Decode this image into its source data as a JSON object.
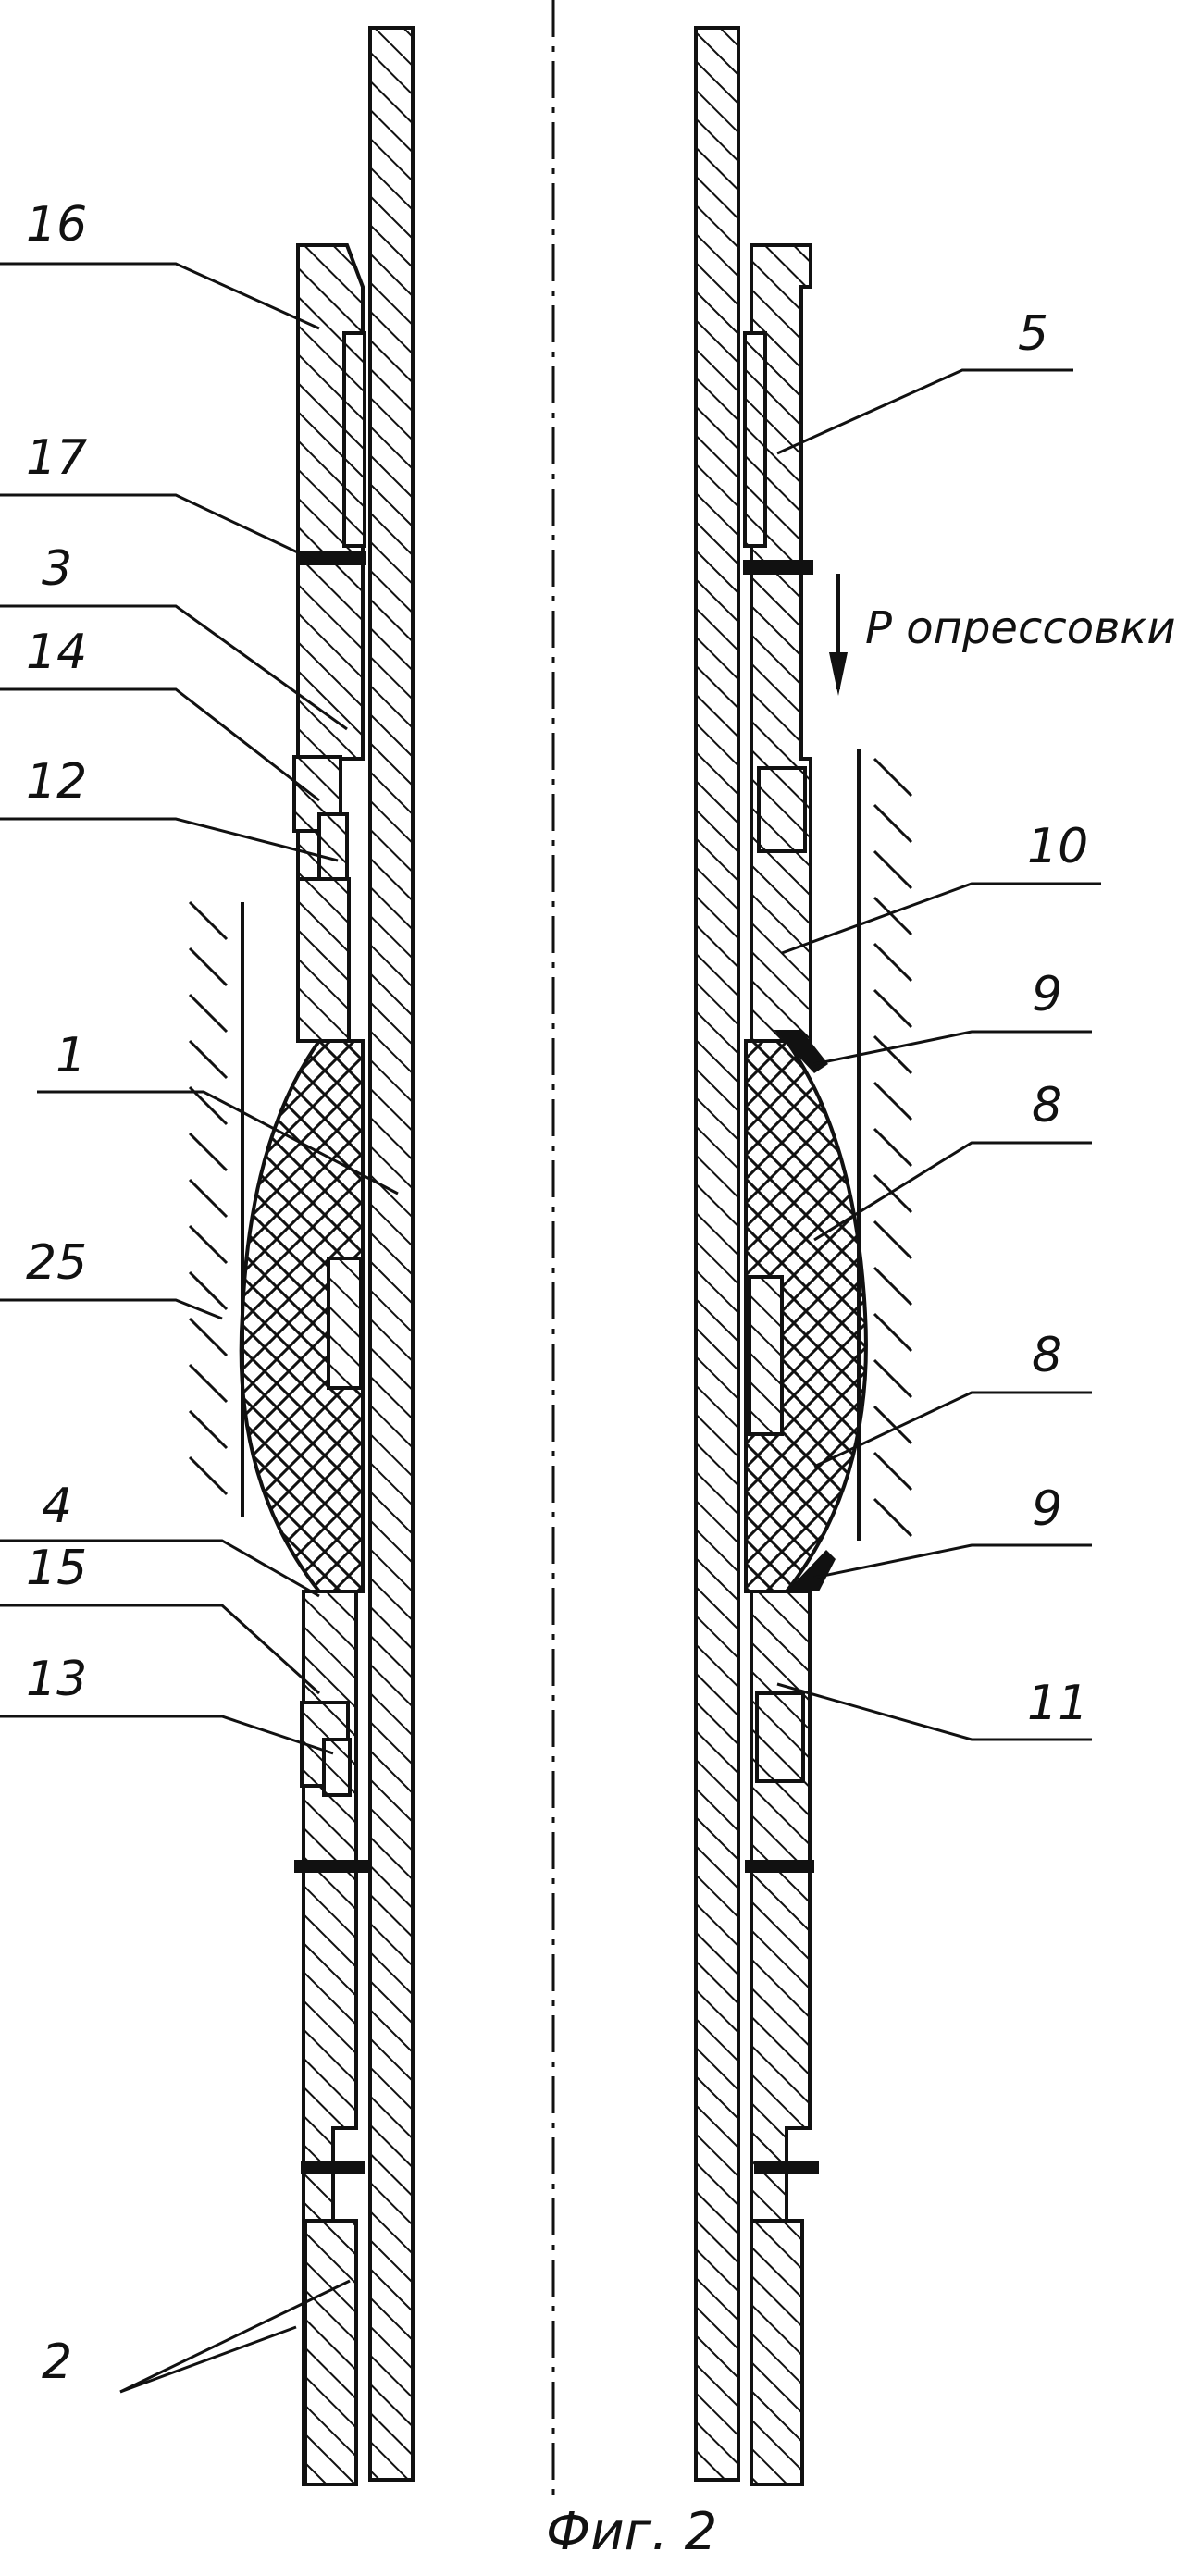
{
  "figure": {
    "caption": "Фиг. 2",
    "pressure_label": "P опрессовки"
  },
  "labels_left": [
    "16",
    "17",
    "3",
    "14",
    "12",
    "1",
    "25",
    "4",
    "15",
    "13",
    "2"
  ],
  "labels_right": [
    "5",
    "10",
    "9",
    "8",
    "8",
    "9",
    "11"
  ]
}
